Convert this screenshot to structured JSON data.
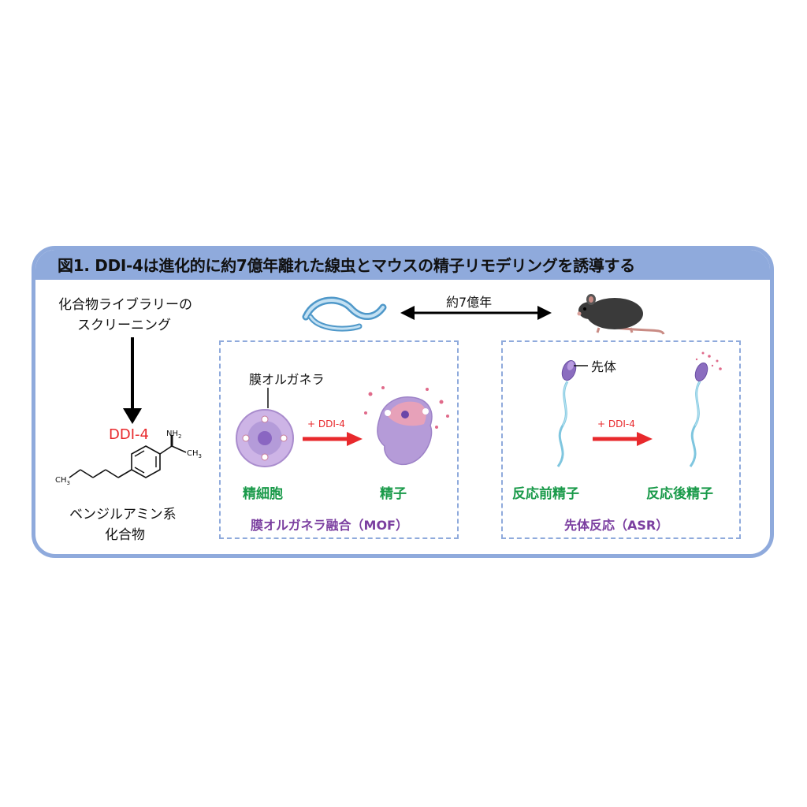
{
  "figure": {
    "title": "図1. DDI-4は進化的に約7億年離れた線虫とマウスの精子リモデリングを誘導する"
  },
  "left": {
    "screening_line1": "化合物ライブラリーの",
    "screening_line2": "スクリーニング",
    "compound_name": "DDI-4",
    "class_line1": "ベンジルアミン系",
    "class_line2": "化合物",
    "chem": {
      "nh2": "NH",
      "nh2_sub": "2",
      "ch3_right": "CH",
      "ch3_right_sub": "3",
      "ch3_left": "CH",
      "ch3_left_sub": "3"
    }
  },
  "top": {
    "distance_label": "約7億年"
  },
  "mof_panel": {
    "organelle_label": "膜オルガネラ",
    "arrow_label": "+ DDI-4",
    "before_label": "精細胞",
    "after_label": "精子",
    "caption": "膜オルガネラ融合（MOF）"
  },
  "asr_panel": {
    "acrosome_label": "先体",
    "arrow_label": "+ DDI-4",
    "before_label": "反応前精子",
    "after_label": "反応後精子",
    "caption": "先体反応（ASR）"
  },
  "colors": {
    "frame": "#8faadc",
    "green_label": "#1a9a4a",
    "purple_label": "#7b3fa0",
    "red_accent": "#e8292c"
  }
}
